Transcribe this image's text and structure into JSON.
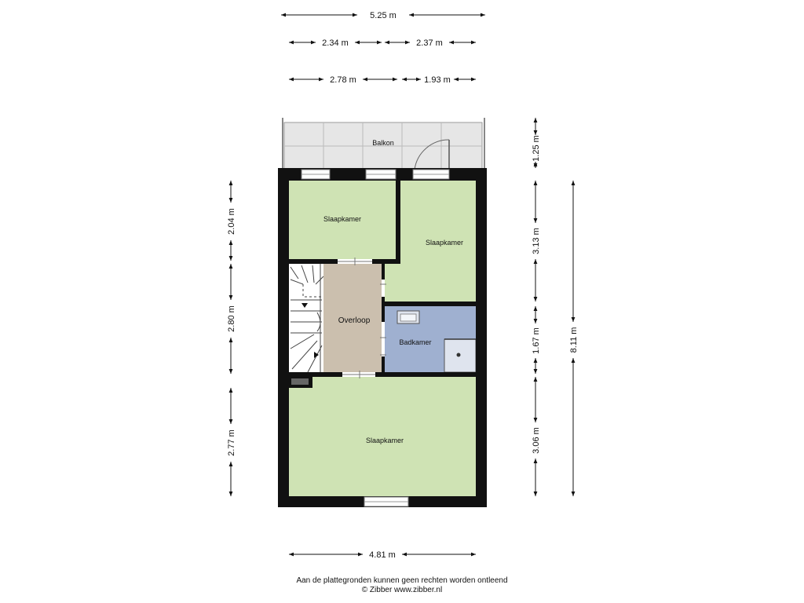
{
  "dimensions": {
    "top_total": "5.25 m",
    "top_row2_left": "2.34 m",
    "top_row2_right": "2.37 m",
    "top_row3_left": "2.78 m",
    "top_row3_right": "1.93 m",
    "left_upper": "2.04 m",
    "left_middle": "2.80 m",
    "left_lower": "2.77 m",
    "right_balcony": "1.25 m",
    "right_upper": "3.13 m",
    "right_middle": "1.67 m",
    "right_lower": "3.06 m",
    "right_total": "8.11 m",
    "bottom_total": "4.81 m"
  },
  "rooms": {
    "balcony": "Balkon",
    "bedroom_top_left": "Slaapkamer",
    "bedroom_top_right": "Slaapkamer",
    "landing": "Overloop",
    "bathroom": "Badkamer",
    "bedroom_bottom": "Slaapkamer"
  },
  "colors": {
    "wall": "#111111",
    "bedroom": "#cfe3b4",
    "landing": "#cbbfae",
    "bathroom": "#9fb0d0",
    "balcony": "#e6e6e6"
  },
  "footer": {
    "line1": "Aan de plattegronden kunnen geen rechten worden ontleend",
    "line2": "© Zibber www.zibber.nl"
  }
}
